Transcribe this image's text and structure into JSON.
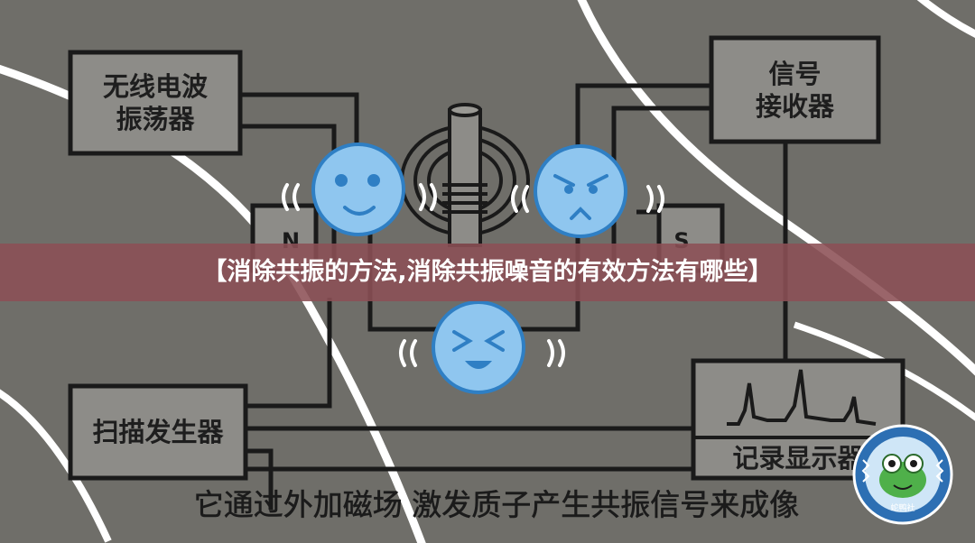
{
  "diagram": {
    "boxes": {
      "oscillator": "无线电波\n振荡器",
      "receiver": "信号\n接收器",
      "scanner": "扫描发生器",
      "display": "记录显示器"
    },
    "magnet_labels": {
      "north": "N",
      "south": "S"
    }
  },
  "overlay": {
    "title": "【消除共振的方法,消除共振噪音的有效方法有哪些】",
    "caption": "它通过外加磁场 激发质子产生共振信号来成像"
  },
  "watermark": {
    "text": "蛇鸭社"
  },
  "colors": {
    "background": "#6f6e69",
    "box_fill": "#8d8c88",
    "line": "#1a1a1a",
    "face": "#8fc6ef",
    "face_stroke": "#2f7fc4",
    "band": "#8c5055",
    "arc": "#ffffff"
  }
}
